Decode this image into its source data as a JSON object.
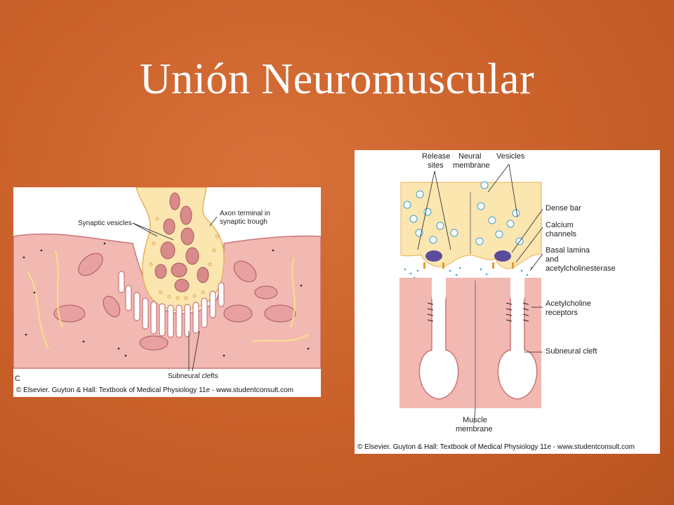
{
  "slide": {
    "title": "Unión Neuromuscular"
  },
  "left_figure": {
    "panel_letter": "C",
    "labels": {
      "synaptic_vesicles": "Synaptic vesicles",
      "axon_terminal_1": "Axon terminal in",
      "axon_terminal_2": "synaptic trough",
      "subneural_clefts": "Subneural clefts"
    },
    "caption": "© Elsevier. Guyton & Hall: Textbook of Medical Physiology 11e - www.studentconsult.com"
  },
  "right_figure": {
    "labels": {
      "release_1": "Release",
      "release_2": "sites",
      "neural_1": "Neural",
      "neural_2": "membrane",
      "vesicles": "Vesicles",
      "dense_bar": "Dense bar",
      "calcium_1": "Calcium",
      "calcium_2": "channels",
      "basal_1": "Basal lamina",
      "basal_2": "and",
      "basal_3": "acetylcholinesterase",
      "ach_1": "Acetylcholine",
      "ach_2": "receptors",
      "subneural_cleft": "Subneural cleft",
      "muscle_1": "Muscle",
      "muscle_2": "membrane"
    },
    "caption": "© Elsevier. Guyton & Hall: Textbook of Medical Physiology 11e - www.studentconsult.com"
  },
  "colors": {
    "background": "#c9602a",
    "title": "#ffffff",
    "muscle": "#f2b8b2",
    "axon": "#fbe6b0",
    "mitochondria": "#d98a8a"
  }
}
